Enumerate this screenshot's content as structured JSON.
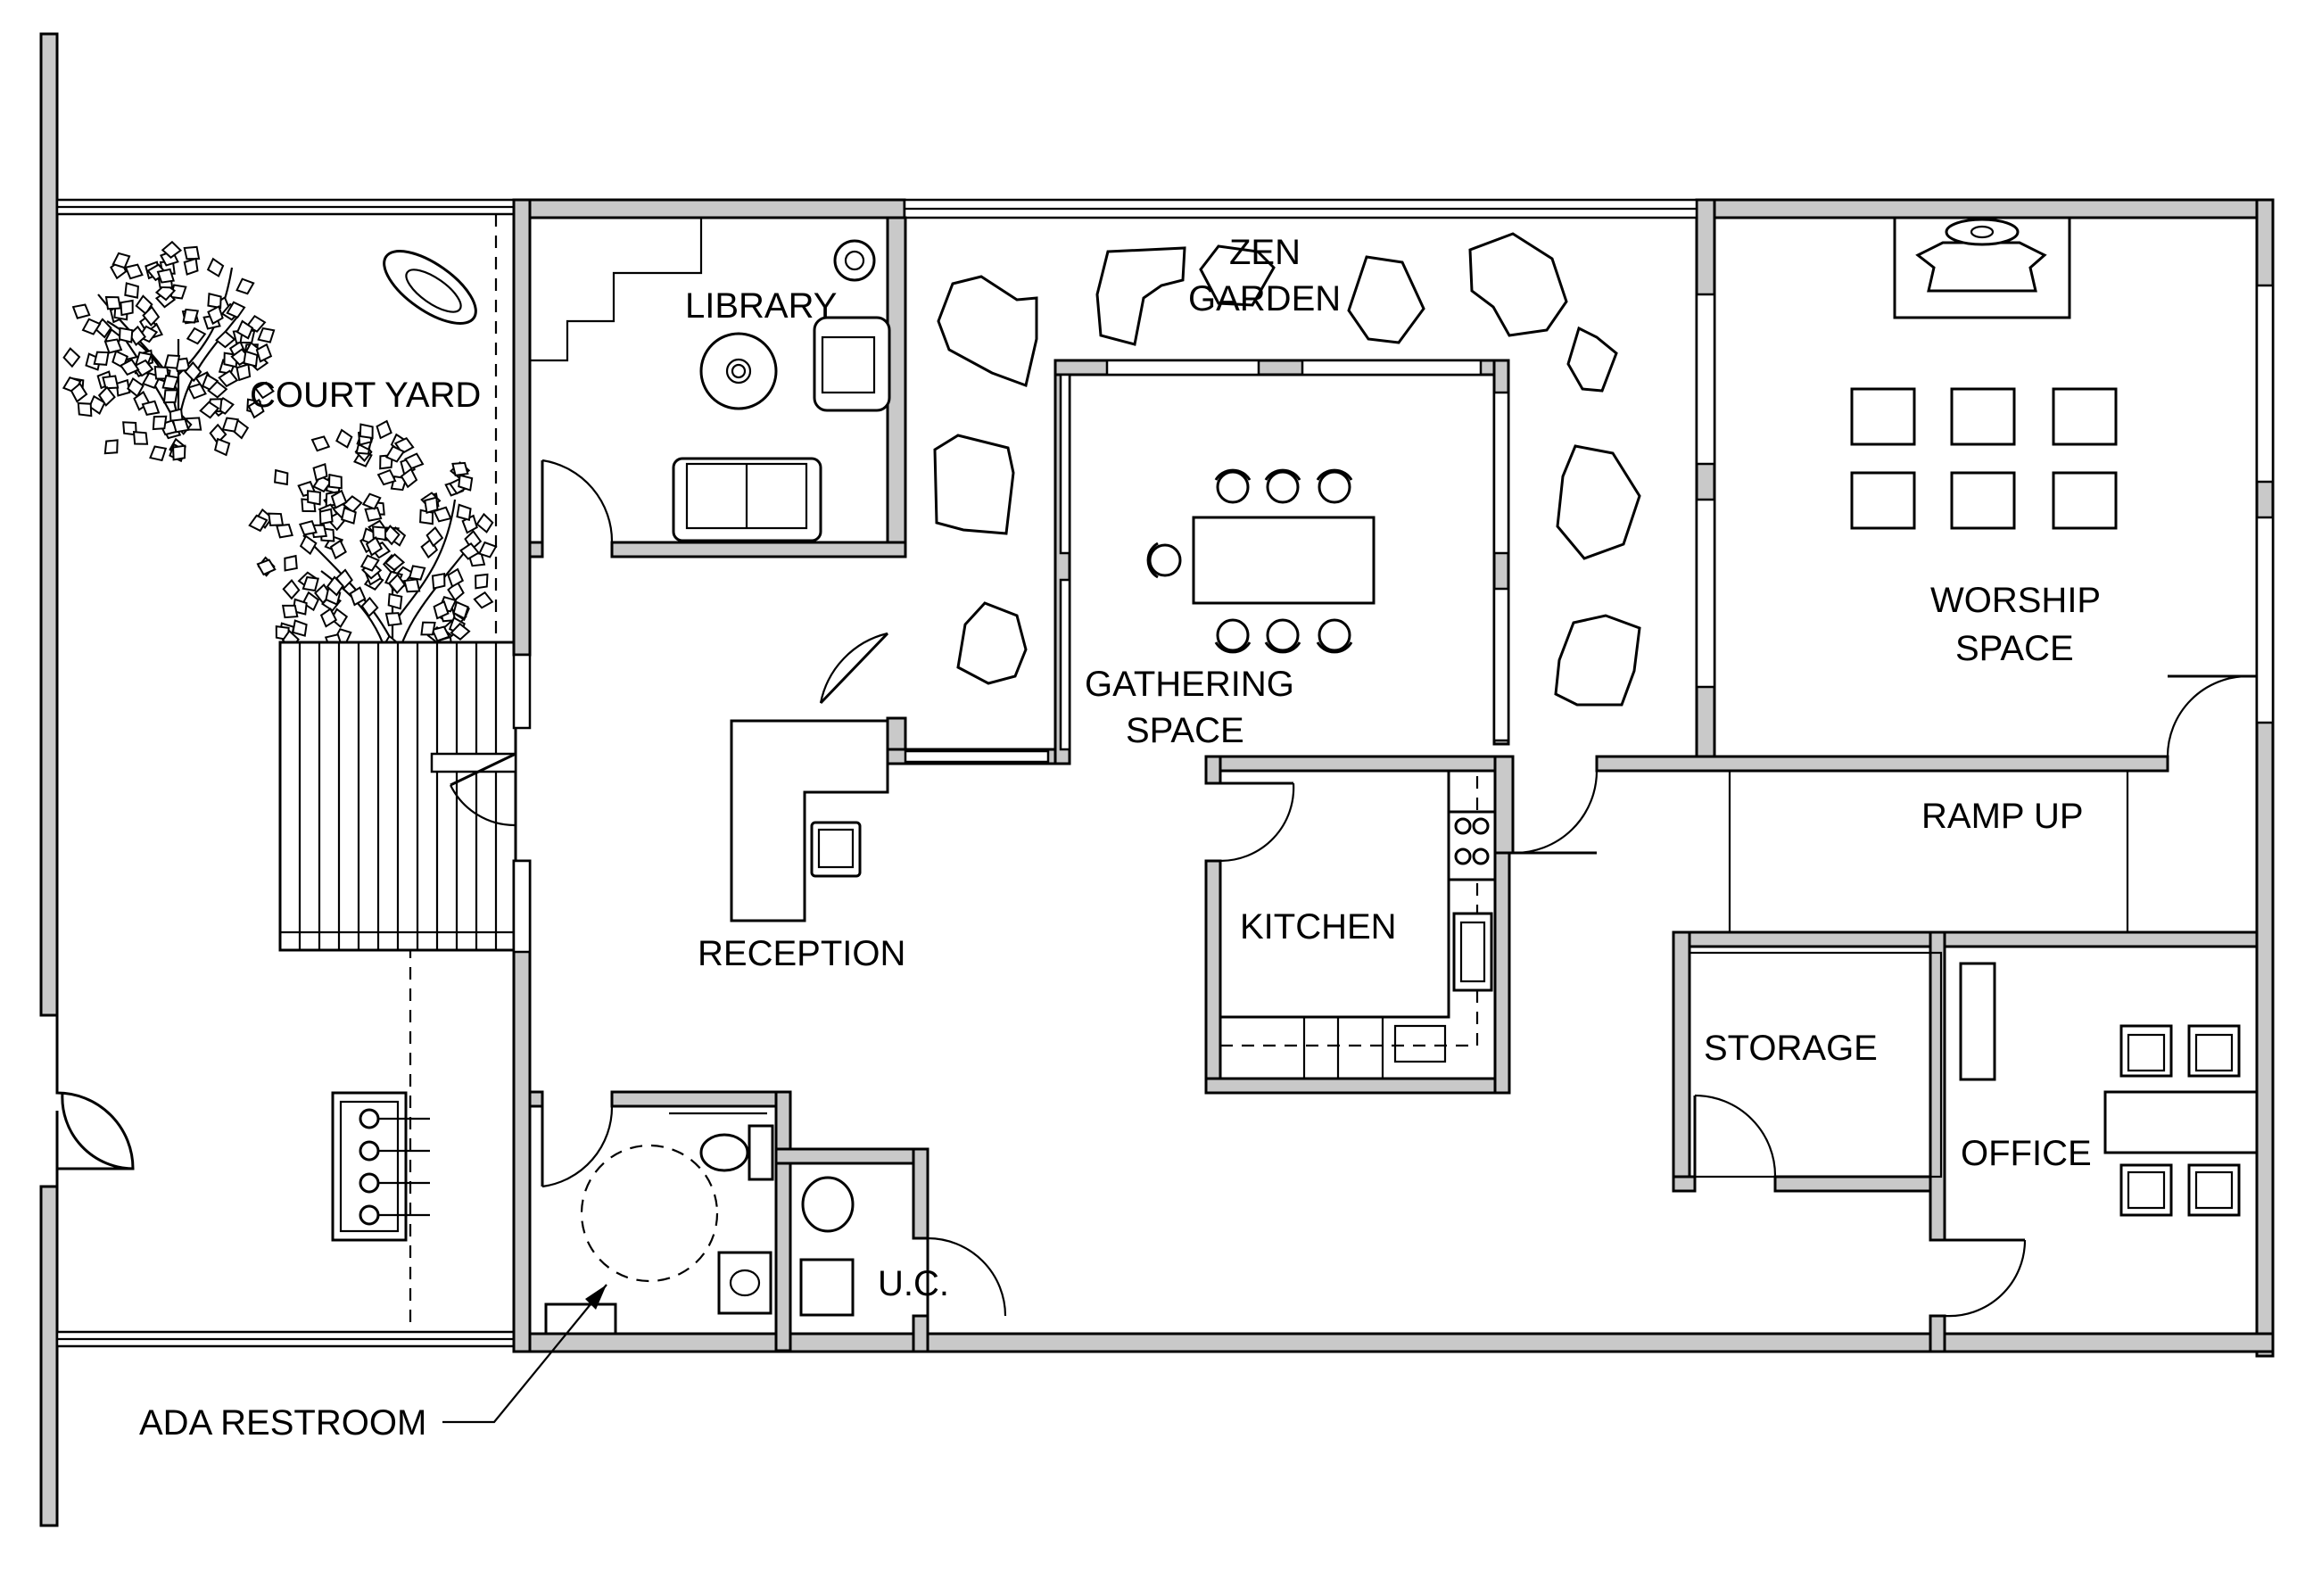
{
  "labels": {
    "court_yard": "COURT YARD",
    "library": "LIBRARY",
    "zen_garden_1": "ZEN",
    "zen_garden_2": "GARDEN",
    "worship_1": "WORSHIP",
    "worship_2": "SPACE",
    "gathering_1": "GATHERING",
    "gathering_2": "SPACE",
    "ramp_up": "RAMP UP",
    "kitchen": "KITCHEN",
    "reception": "RECEPTION",
    "storage": "STORAGE",
    "office": "OFFICE",
    "uc": "U.C.",
    "ada_restroom": "ADA RESTROOM"
  }
}
